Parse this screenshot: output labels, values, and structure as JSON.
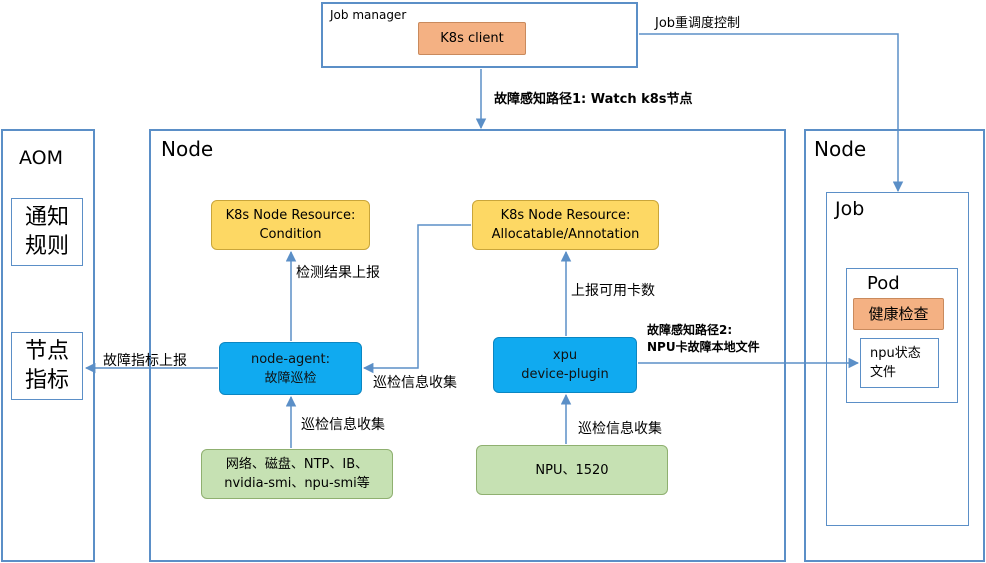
{
  "job_manager": {
    "title": "Job manager",
    "client": "K8s client"
  },
  "aom": {
    "title": "AOM",
    "notify_rules": [
      "通知",
      "规则"
    ],
    "node_metrics": [
      "节点",
      "指标"
    ]
  },
  "node_main": {
    "title": "Node",
    "condition_resource": [
      "K8s Node Resource:",
      "Condition"
    ],
    "allocatable_resource": [
      "K8s Node Resource:",
      "Allocatable/Annotation"
    ],
    "node_agent": [
      "node-agent:",
      "故障巡检"
    ],
    "xpu_plugin": [
      "xpu",
      "device-plugin"
    ],
    "sources_left": [
      "网络、磁盘、NTP、IB、",
      "nvidia-smi、npu-smi等"
    ],
    "sources_right": "NPU、1520"
  },
  "node_right": {
    "title": "Node",
    "job_title": "Job",
    "pod_title": "Pod",
    "health_check": "健康检查",
    "status_file": [
      "npu状态",
      "文件"
    ]
  },
  "edges": {
    "path1": "故障感知路径1: Watch k8s节点",
    "reschedule": "Job重调度控制",
    "report_detect": "检测结果上报",
    "report_cards": "上报可用卡数",
    "report_metrics": "故障指标上报",
    "collect_mid": "巡检信息收集",
    "collect_left": "巡检信息收集",
    "collect_right": "巡检信息收集",
    "path2": [
      "故障感知路径2:",
      "NPU卡故障本地文件"
    ]
  }
}
